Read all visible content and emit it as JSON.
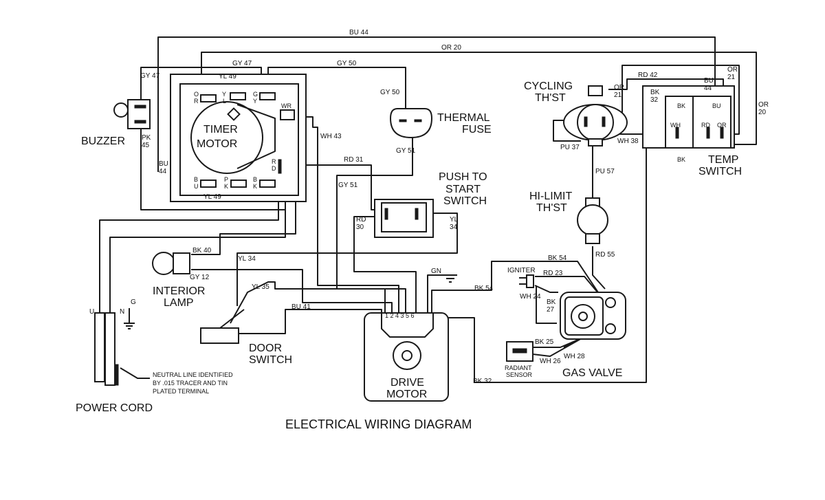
{
  "title": "ELECTRICAL WIRING DIAGRAM",
  "components": {
    "buzzer": "BUZZER",
    "timer_motor_1": "TIMER",
    "timer_motor_2": "MOTOR",
    "thermal_fuse_1": "THERMAL",
    "thermal_fuse_2": "FUSE",
    "push_to_start_1": "PUSH TO",
    "push_to_start_2": "START",
    "push_to_start_3": "SWITCH",
    "cycling_thst_1": "CYCLING",
    "cycling_thst_2": "TH'ST",
    "temp_switch_1": "TEMP",
    "temp_switch_2": "SWITCH",
    "hi_limit_1": "HI-LIMIT",
    "hi_limit_2": "TH'ST",
    "interior_lamp_1": "INTERIOR",
    "interior_lamp_2": "LAMP",
    "door_switch_1": "DOOR",
    "door_switch_2": "SWITCH",
    "drive_motor_1": "DRIVE",
    "drive_motor_2": "MOTOR",
    "gas_valve": "GAS VALVE",
    "igniter": "IGNITER",
    "radiant_sensor_1": "RADIANT",
    "radiant_sensor_2": "SENSOR",
    "power_cord": "POWER CORD",
    "neutral_note_1": "NEUTRAL LINE IDENTIFIED",
    "neutral_note_2": "BY .015 TRACER AND TIN",
    "neutral_note_3": "PLATED TERMINAL",
    "cord_u": "U",
    "cord_n": "N",
    "cord_g": "G",
    "motor_pins": "1 2 4 3  5 6"
  },
  "wire_labels": {
    "bu44_top": "BU 44",
    "or20_top": "OR 20",
    "gy47_a": "GY 47",
    "gy47_b": "GY 47",
    "yl49_top": "YL 49",
    "gy50_a": "GY 50",
    "gy50_b": "GY 50",
    "gy51_a": "GY 51",
    "gy51_b": "GY 51",
    "pk45_1": "PK",
    "pk45_2": "45",
    "bu44_left_1": "BU",
    "bu44_left_2": "44",
    "wh43": "WH 43",
    "rd31": "RD 31",
    "yl49_bottom": "YL 49",
    "rd30_1": "RD",
    "rd30_2": "30",
    "yl34_1": "YL",
    "yl34_2": "34",
    "bk40": "BK 40",
    "yl34": "YL 34",
    "gy12": "GY 12",
    "yl35": "YL 35",
    "bu41": "BU 41",
    "gn": "GN",
    "bk54_a": "BK 54",
    "bk54_b": "BK 54",
    "rd23": "RD 23",
    "wh24": "WH 24",
    "bk27_1": "BK",
    "bk27_2": "27",
    "bk25": "BK 25",
    "wh26": "WH 26",
    "wh28": "WH 28",
    "bk32": "BK 32",
    "rd55": "RD 55",
    "pu57": "PU 57",
    "pu37": "PU 37",
    "wh38": "WH 38",
    "rd42": "RD 42",
    "or21_a_1": "OR",
    "or21_a_2": "21",
    "or21_b_1": "OR",
    "or21_b_2": "21",
    "or20_r_1": "OR",
    "or20_r_2": "20",
    "bk32_r_1": "BK",
    "bk32_r_2": "32",
    "bu44_r_1": "BU",
    "bu44_r_2": "44",
    "ts_wh": "WH",
    "ts_rd": "RD",
    "ts_or": "OR",
    "ts_bk_top": "BK",
    "ts_bu": "BU",
    "ts_bk_bot": "BK"
  },
  "terminal_labels": {
    "t_or_1": "O",
    "t_or_2": "R",
    "t_y": "Y",
    "t_l": "L",
    "t_gy_1": "G",
    "t_gy_2": "Y",
    "t_wr": "WR",
    "t_rd_1": "R",
    "t_rd_2": "D",
    "t_bu_1": "B",
    "t_bu_2": "U",
    "t_pk_1": "P",
    "t_pk_2": "K",
    "t_bk_1": "B",
    "t_bk_2": "K"
  }
}
